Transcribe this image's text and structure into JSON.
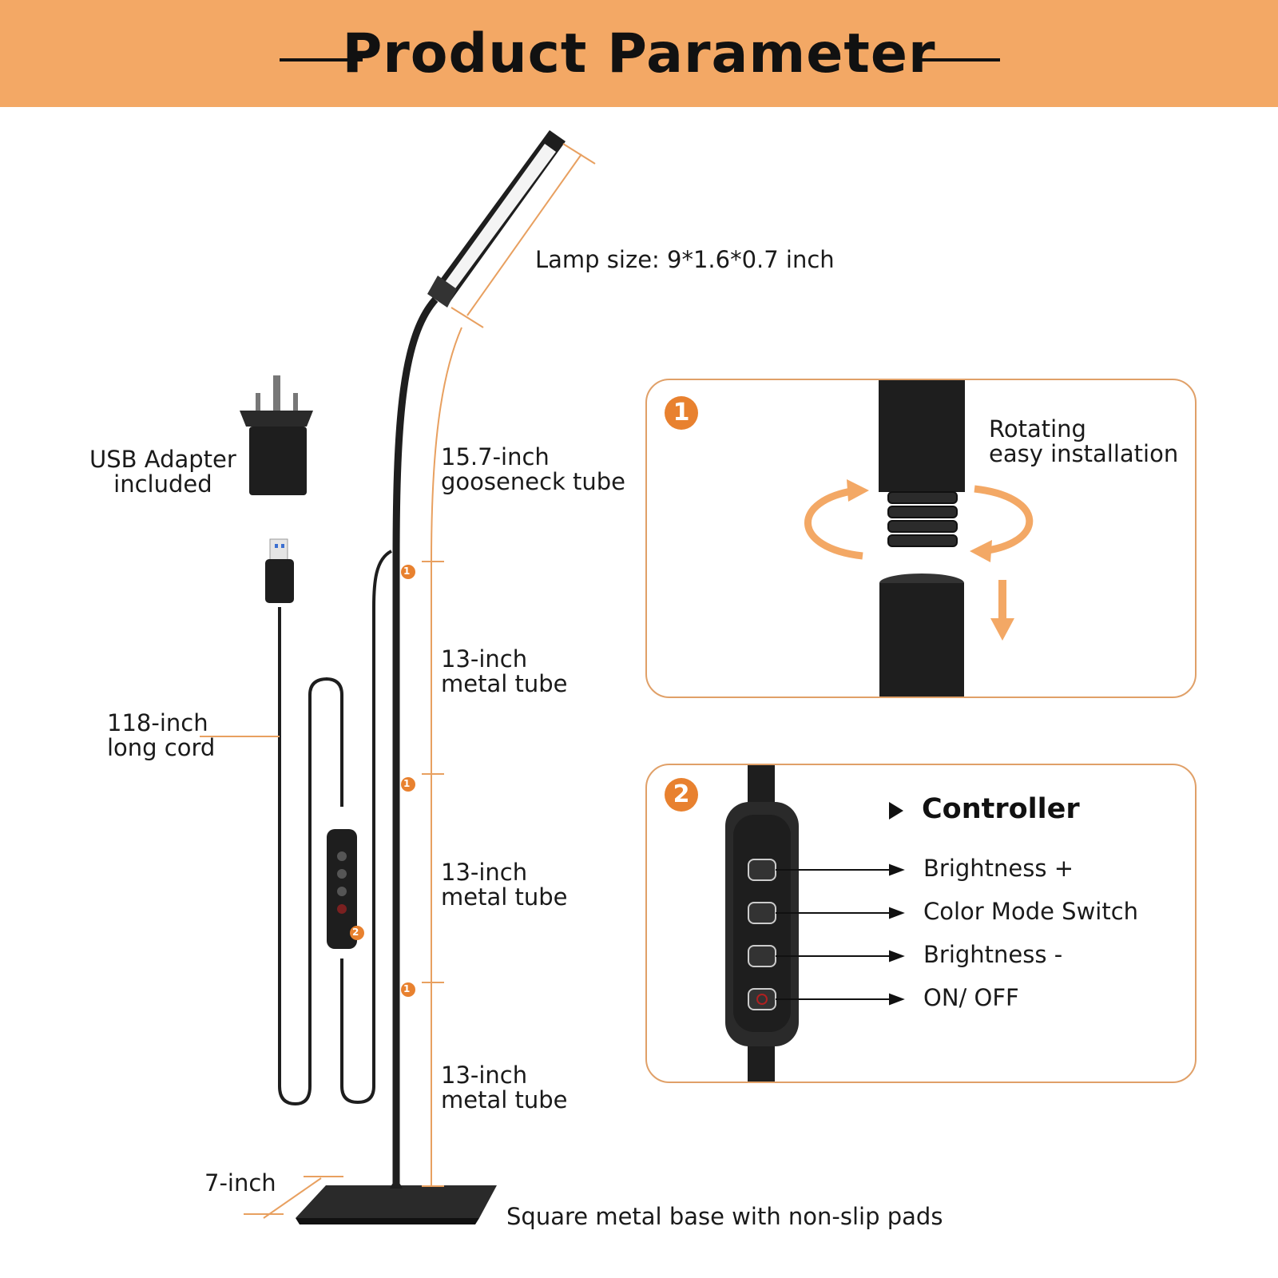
{
  "header": {
    "title": "Product Parameter"
  },
  "labels": {
    "lamp_size": "Lamp size: 9*1.6*0.7 inch",
    "usb_adapter": [
      "USB Adapter",
      "included"
    ],
    "gooseneck": [
      "15.7-inch",
      "gooseneck tube"
    ],
    "metal_tube_1": [
      "13-inch",
      "metal tube"
    ],
    "metal_tube_2": [
      "13-inch",
      "metal tube"
    ],
    "metal_tube_3": [
      "13-inch",
      "metal tube"
    ],
    "cord": [
      "118-inch",
      "long cord"
    ],
    "base_width": "7-inch",
    "base": "Square metal base with non-slip pads"
  },
  "panel1": {
    "badge": "1",
    "caption": [
      "Rotating",
      "easy installation"
    ]
  },
  "panel2": {
    "badge": "2",
    "title": "Controller",
    "buttons": [
      "Brightness +",
      "Color Mode Switch",
      "Brightness -",
      "ON/ OFF"
    ]
  },
  "markers": {
    "joint": "1",
    "controller": "2"
  },
  "colors": {
    "accent": "#f3a865",
    "badge": "#e8812f",
    "dimension": "#e8a060",
    "dark": "#1e1e1e"
  }
}
